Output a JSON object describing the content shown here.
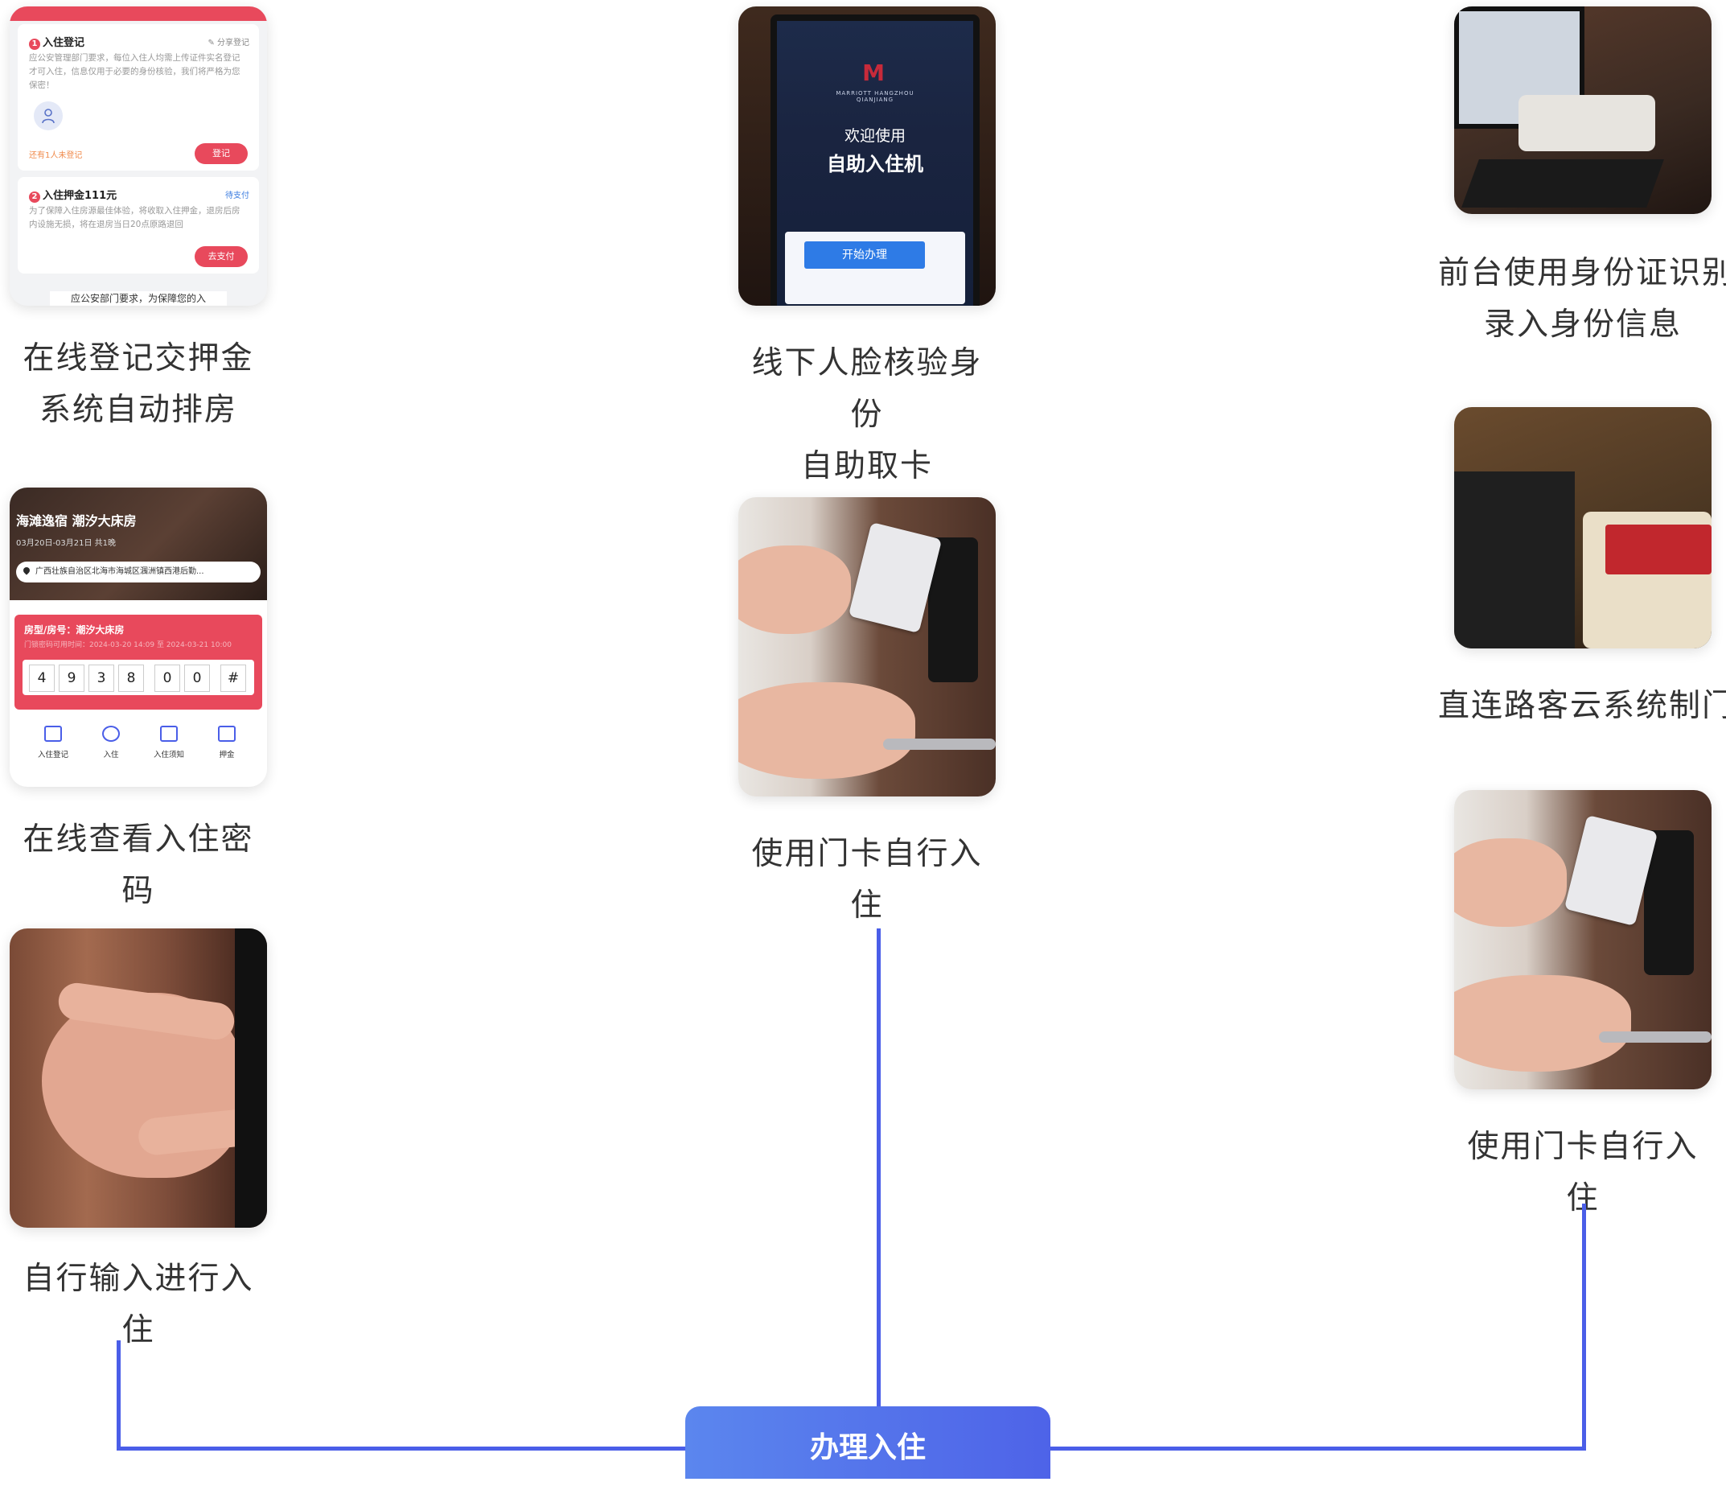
{
  "phone_registration": {
    "register_title": "入住登记",
    "register_num": "1",
    "share_label": "分享登记",
    "register_text": "应公安管理部门要求，每位入住人均需上传证件实名登记才可入住，信息仅用于必要的身份核验，我们将严格为您保密！",
    "pending_note": "还有1人未登记",
    "register_button": "登记",
    "deposit_title": "入住押金111元",
    "deposit_num": "2",
    "deposit_status": "待支付",
    "deposit_text": "为了保障入住房源最佳体验，将收取入住押金，退房后房内设施无损，将在退房当日20点原路退回",
    "pay_button": "去支付",
    "footer_text": "应公安部门要求，为保障您的入"
  },
  "phone_password": {
    "hotel_title": "海滩逸宿 潮汐大床房",
    "date_range": "03月20日-03月21日 共1晚",
    "address": "广西壮族自治区北海市海城区涠洲镇西港后勤...",
    "room_label": "房型/房号：潮汐大床房",
    "validity": "门锁密码可用时间：2024-03-20 14:09 至 2024-03-21 10:00",
    "digits": [
      "4",
      "9",
      "3",
      "8",
      "0",
      "0",
      "#"
    ],
    "nav": [
      "入住登记",
      "入住",
      "入住须知",
      "押金"
    ]
  },
  "kiosk": {
    "brand": "MARRIOTT HANGZHOU QIANJIANG",
    "welcome": "欢迎使用",
    "title": "自助入住机",
    "start_button": "开始办理"
  },
  "captions": {
    "online_line1": "在线登记交押金",
    "online_line2": "系统自动排房",
    "view_password": "在线查看入住密码",
    "self_input": "自行输入进行入住",
    "face_line1": "线下人脸核验身份",
    "face_line2": "自助取卡",
    "card_checkin_mid": "使用门卡自行入住",
    "front_line1": "前台使用身份证识别器",
    "front_line2": "录入身份信息",
    "make_card": "直连路客云系统制门卡",
    "card_checkin_right": "使用门卡自行入住"
  },
  "action": {
    "label": "办理入住"
  },
  "colors": {
    "connector": "#4a5ee8",
    "brand_red": "#e8495c",
    "button_start": "#5b86ee",
    "button_end": "#4e63e8"
  }
}
